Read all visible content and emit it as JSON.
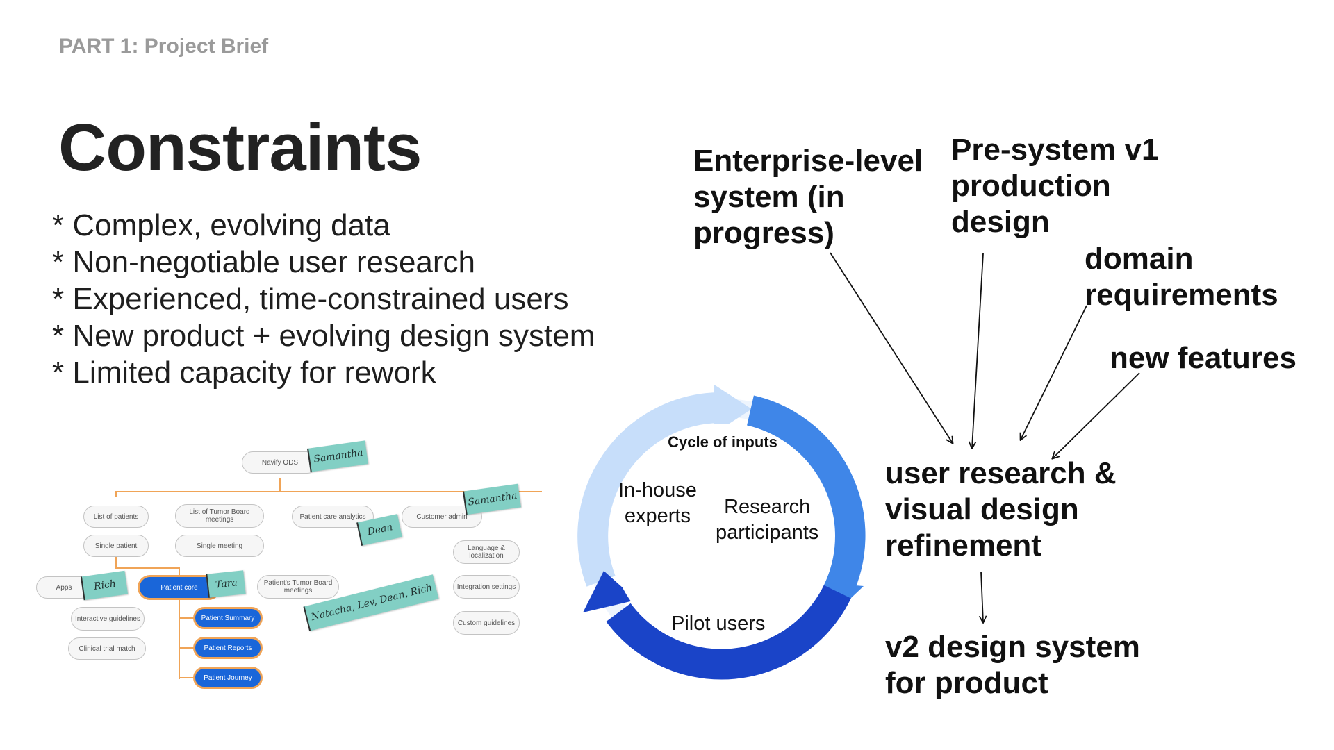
{
  "header": {
    "breadcrumb": "PART 1: Project Brief",
    "title": "Constraints"
  },
  "constraints": [
    "* Complex, evolving data",
    "* Non-negotiable user research",
    "* Experienced, time-constrained users",
    "* New product + evolving design system",
    "* Limited capacity for rework"
  ],
  "sitemap": {
    "root": "Navify ODS",
    "nodes": {
      "list_of_patients": "List of patients",
      "single_patient": "Single patient",
      "list_tumor_board": "List of Tumor Board meetings",
      "single_meeting": "Single meeting",
      "patient_care_analytics": "Patient care analytics",
      "customer_admin": "Customer admin",
      "language_localization": "Language & localization",
      "integration_settings": "Integration settings",
      "custom_guidelines": "Custom guidelines",
      "apps": "Apps",
      "patient_core": "Patient core",
      "interactive_guidelines": "Interactive guidelines",
      "clinical_trial_match": "Clinical trial match",
      "patient_tumor_board": "Patient's Tumor Board meetings",
      "patient_summary": "Patient Summary",
      "patient_reports": "Patient Reports",
      "patient_journey": "Patient Journey"
    },
    "tags": {
      "samantha_1": "Samantha",
      "samantha_2": "Samantha",
      "dean": "Dean",
      "rich": "Rich",
      "tara": "Tara",
      "team": "Natacha, Lev, Dean, Rich"
    },
    "colors": {
      "connector": "#f0a457",
      "tag": "#82cfc4",
      "active_node": "#1a66d9"
    }
  },
  "cycle": {
    "title": "Cycle of inputs",
    "left": "In-house\nexperts",
    "right": "Research\nparticipants",
    "bottom": "Pilot users",
    "colors": {
      "light": "#c7defa",
      "mid": "#3f86e8",
      "dark": "#1a44c8"
    }
  },
  "flow": {
    "inputs": {
      "enterprise": "Enterprise-level\nsystem (in\nprogress)",
      "presystem": "Pre-system v1\nproduction\ndesign",
      "domain": "domain\nrequirements",
      "features": "new features"
    },
    "hub": "user research &\nvisual design\nrefinement",
    "output": "v2 design system\nfor product"
  }
}
